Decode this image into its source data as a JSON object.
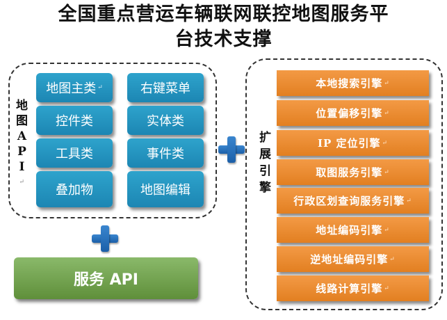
{
  "title": {
    "line1": "全国重点营运车辆联网联控地图服务平",
    "line2": "台技术支撑"
  },
  "api_group": {
    "label_chars": [
      "地",
      "图",
      "A",
      "P",
      "I"
    ],
    "left_column": [
      "地图主类",
      "控件类",
      "工具类",
      "叠加物"
    ],
    "right_column": [
      "右键菜单",
      "实体类",
      "事件类",
      "地图编辑"
    ]
  },
  "extension_group": {
    "label_chars": [
      "扩",
      "展",
      "引",
      "擎"
    ],
    "engines": [
      "本地搜索引擎",
      "位置偏移引擎",
      "IP 定位引擎",
      "取图服务引擎",
      "行政区划查询服务引擎",
      "地址编码引擎",
      "逆地址编码引擎",
      "线路计算引擎"
    ]
  },
  "service_api": {
    "label": "服务 API"
  },
  "return_mark": "↵",
  "colors": {
    "tile_blue": "#1c86b3",
    "engine_orange": "#e27f21",
    "service_green": "#5f8f3a",
    "plus_blue": "#1b5fa8"
  }
}
